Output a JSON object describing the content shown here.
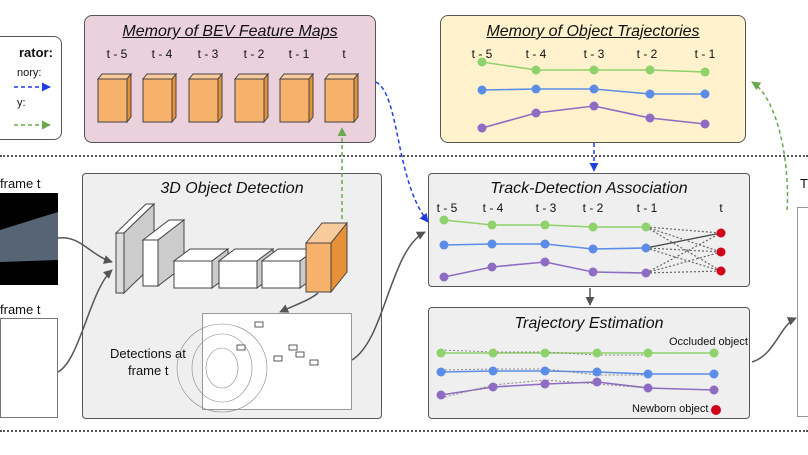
{
  "legend": {
    "title": "rator:",
    "line1": "nory:",
    "line2": "y:"
  },
  "bev_memory": {
    "title": "Memory of BEV Feature Maps",
    "time_labels": [
      "t - 5",
      "t - 4",
      "t - 3",
      "t - 2",
      "t - 1",
      "t"
    ]
  },
  "traj_memory": {
    "title": "Memory of Object Trajectories",
    "time_labels": [
      "t - 5",
      "t - 4",
      "t - 3",
      "t - 2",
      "t - 1"
    ]
  },
  "detection": {
    "title": "3D Object Detection",
    "caption_line1": "Detections at",
    "caption_line2": "frame t"
  },
  "left": {
    "frame_label_top": "frame t",
    "frame_label_bottom": "frame t"
  },
  "association": {
    "title": "Track-Detection Association",
    "time_labels": [
      "t - 5",
      "t - 4",
      "t - 3",
      "t - 2",
      "t - 1",
      "t"
    ]
  },
  "estimation": {
    "title": "Trajectory Estimation",
    "occluded_label": "Occluded object",
    "newborn_label": "Newborn object"
  },
  "right": {
    "label": "T"
  },
  "colors": {
    "green": "#8fd16b",
    "blue": "#5b8de8",
    "purple": "#8f6cc4",
    "red": "#d0021b",
    "orange": "#f6b26b",
    "pink_bg": "#ead1dc",
    "yellow_bg": "#fff2cc",
    "gray_bg": "#efefef"
  }
}
